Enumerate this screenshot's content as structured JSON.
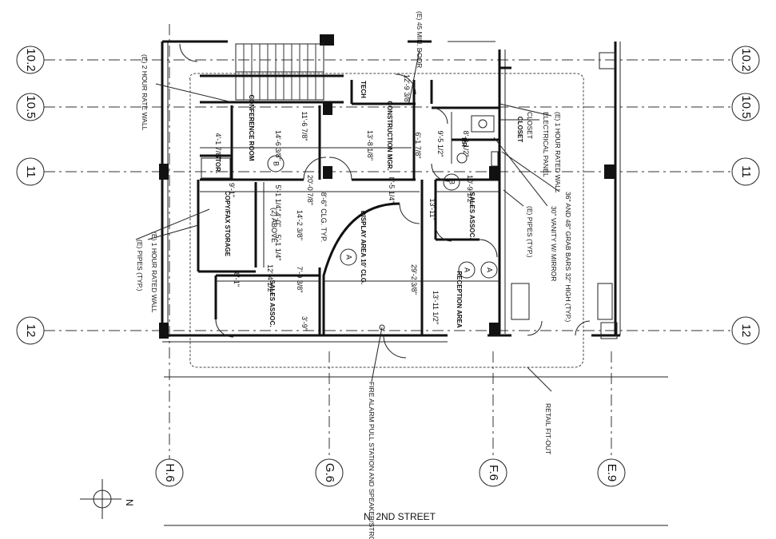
{
  "grid_lines": {
    "left": [
      "10.2",
      "10.5",
      "11",
      "12"
    ],
    "right": [
      "10.2",
      "10.5",
      "11",
      "12"
    ],
    "bottom": [
      "H.6",
      "G.6",
      "F.6",
      "E.9"
    ]
  },
  "rooms": [
    {
      "id": "conference-room",
      "label": "CONFERENCE ROOM"
    },
    {
      "id": "construction-mgr",
      "label": "CONSTRUCTION MGR."
    },
    {
      "id": "tech",
      "label": "TECH"
    },
    {
      "id": "copy-fax-storage",
      "label": "COPY/FAX STORAGE"
    },
    {
      "id": "display-area",
      "label": "DISPLAY AREA 10' CLG."
    },
    {
      "id": "sales-assoc-right",
      "label": "SALES ASSOC."
    },
    {
      "id": "sales-assoc-left",
      "label": "SALES ASSOC."
    },
    {
      "id": "reception-area",
      "label": "RECEPTION AREA"
    },
    {
      "id": "stor",
      "label": "STOR."
    },
    {
      "id": "closet",
      "label": "CLOSET"
    },
    {
      "id": "toilet",
      "label": "RR"
    }
  ],
  "dimensions": [
    "14'-6 3/8\"",
    "11'-6 7/8\"",
    "13'-8 1/8\"",
    "4'-1 7/8\"",
    "6'-1 7/8\"",
    "12'-9 3/8\"",
    "9'-1\"",
    "20'-0 7/8\"",
    "8'-5 1/4\"",
    "10'-9 1/2\"",
    "8'-6\" CLG. TYP.",
    "(2) ABOVE",
    "14'-2 3/8\"",
    "5'-1 1/4\"",
    "4'-0\"",
    "5'-1 1/4\"",
    "13'-11\"",
    "8'-1\"",
    "12'-4 1/2\"",
    "7'-9 3/8\"",
    "3'-9\"",
    "29'-2 3/8\"",
    "13'-11 1/2\"",
    "9'-5 1/2\"",
    "8'-8 1/2\""
  ],
  "callouts": [
    "B",
    "B",
    "A",
    "A",
    "A"
  ],
  "notes": [
    "(E) 2 HOUR RATE WALL",
    "(E) 45 MIN. DOOR",
    "(E) 1 HOUR RATED WALL",
    "ELECTRICAL PANEL",
    "CLOSET",
    "36\" AND 48\" GRAB BARS 32\" HIGH (TYP.)",
    "30\" VANITY W/ MIRROR",
    "(E) PIPES (TYP.)",
    "(E) 1 HOUR RATED WALL",
    "(E) PIPES (TYP.)",
    "FIRE ALARM PULL STATION AND SPEAKER/STROBE",
    "RETAIL FIT-OUT"
  ],
  "street": "N. 2ND STREET",
  "north_label": "N"
}
